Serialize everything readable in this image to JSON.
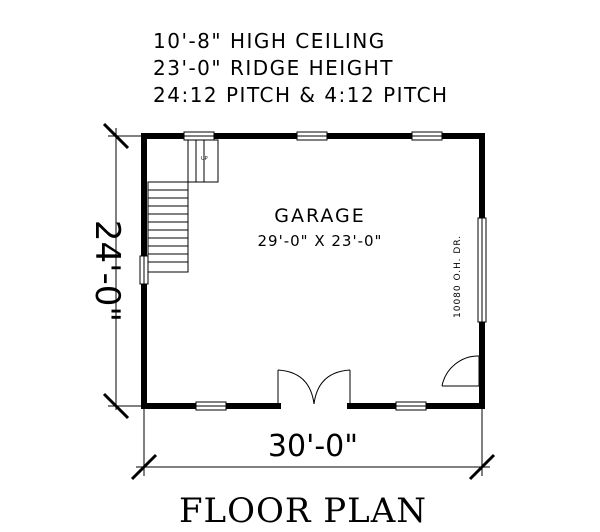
{
  "specs": [
    "10'-8\" HIGH CEILING",
    "23'-0\" RIDGE HEIGHT",
    "24:12 PITCH & 4:12 PITCH"
  ],
  "room": {
    "name": "GARAGE",
    "size": "29'-0\" X 23'-0\""
  },
  "stair_label": "UP",
  "door_label": "10080 O.H. DR.",
  "dimensions": {
    "width": "30'-0\"",
    "depth": "24'-0\""
  },
  "title": "FLOOR PLAN"
}
